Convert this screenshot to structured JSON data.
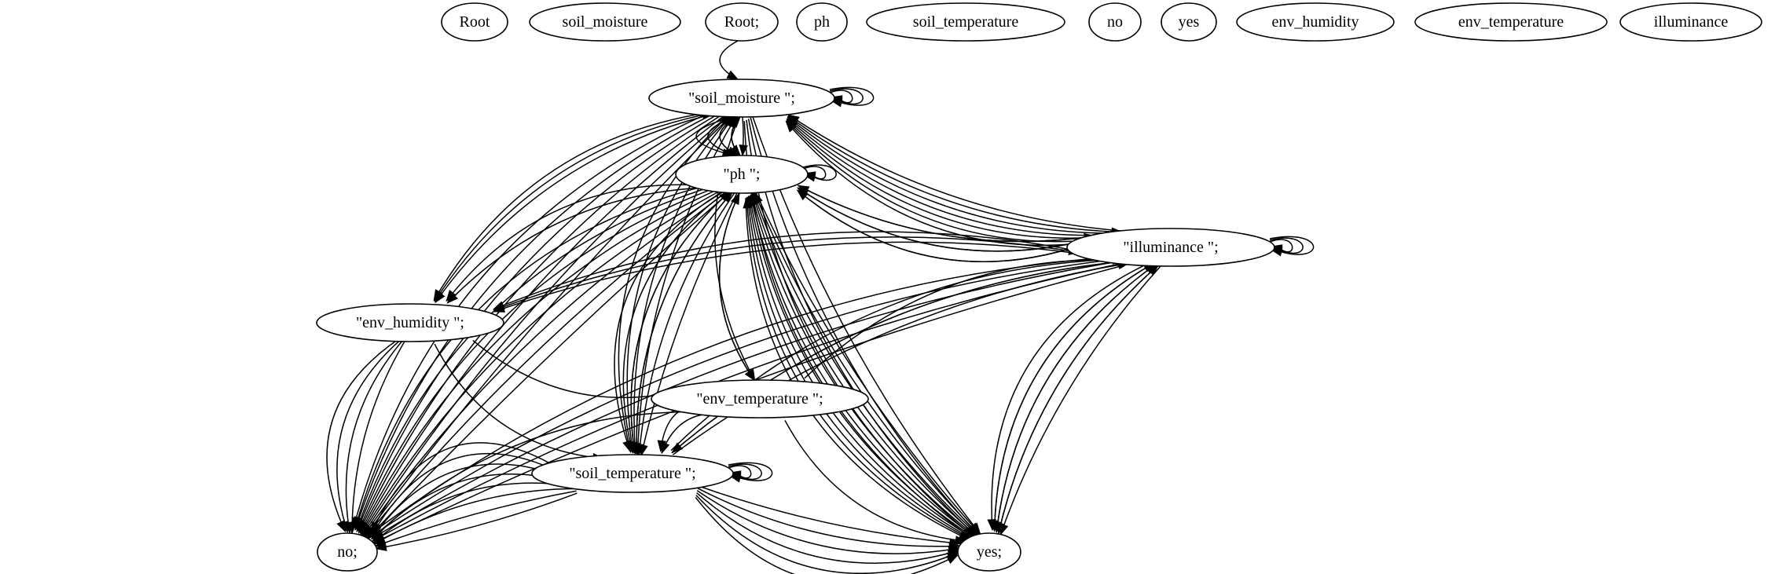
{
  "graph": {
    "nodes": [
      {
        "id": "n_root",
        "label": "Root"
      },
      {
        "id": "n_soil_moisture_plain",
        "label": "soil_moisture"
      },
      {
        "id": "n_root_semi",
        "label": "Root;"
      },
      {
        "id": "n_ph_plain",
        "label": "ph"
      },
      {
        "id": "n_soil_temperature_plain",
        "label": "soil_temperature"
      },
      {
        "id": "n_no_plain",
        "label": "no"
      },
      {
        "id": "n_yes_plain",
        "label": "yes"
      },
      {
        "id": "n_env_humidity_plain",
        "label": "env_humidity"
      },
      {
        "id": "n_env_temperature_plain",
        "label": "env_temperature"
      },
      {
        "id": "n_illuminance_plain",
        "label": "illuminance"
      },
      {
        "id": "sm",
        "label": "\"soil_moisture \";"
      },
      {
        "id": "ph",
        "label": "\"ph \";"
      },
      {
        "id": "il",
        "label": "\"illuminance \";"
      },
      {
        "id": "eh",
        "label": "\"env_humidity \";"
      },
      {
        "id": "et",
        "label": "\"env_temperature \";"
      },
      {
        "id": "st",
        "label": "\"soil_temperature \";"
      },
      {
        "id": "no",
        "label": "no;"
      },
      {
        "id": "ye",
        "label": "yes;"
      }
    ],
    "edges": [
      {
        "from": "n_root_semi",
        "to": "sm",
        "count": 1
      },
      {
        "from": "sm",
        "to": "sm",
        "count": 3
      },
      {
        "from": "sm",
        "to": "ph",
        "count": 5
      },
      {
        "from": "ph",
        "to": "sm",
        "count": 3
      },
      {
        "from": "ph",
        "to": "ph",
        "count": 2
      },
      {
        "from": "sm",
        "to": "il",
        "count": 3
      },
      {
        "from": "il",
        "to": "sm",
        "count": 4
      },
      {
        "from": "sm",
        "to": "eh",
        "count": 2
      },
      {
        "from": "eh",
        "to": "sm",
        "count": 1
      },
      {
        "from": "sm",
        "to": "et",
        "count": 1
      },
      {
        "from": "sm",
        "to": "no",
        "count": 7
      },
      {
        "from": "sm",
        "to": "ye",
        "count": 5
      },
      {
        "from": "st",
        "to": "sm",
        "count": 4
      },
      {
        "from": "ph",
        "to": "il",
        "count": 3
      },
      {
        "from": "il",
        "to": "ph",
        "count": 3
      },
      {
        "from": "ph",
        "to": "eh",
        "count": 2
      },
      {
        "from": "ph",
        "to": "et",
        "count": 1
      },
      {
        "from": "et",
        "to": "ph",
        "count": 1
      },
      {
        "from": "ph",
        "to": "st",
        "count": 6
      },
      {
        "from": "st",
        "to": "ph",
        "count": 2
      },
      {
        "from": "ph",
        "to": "no",
        "count": 8
      },
      {
        "from": "ph",
        "to": "ye",
        "count": 6
      },
      {
        "from": "ye",
        "to": "ph",
        "count": 5
      },
      {
        "from": "il",
        "to": "il",
        "count": 3
      },
      {
        "from": "il",
        "to": "eh",
        "count": 2
      },
      {
        "from": "eh",
        "to": "il",
        "count": 1
      },
      {
        "from": "et",
        "to": "il",
        "count": 1
      },
      {
        "from": "il",
        "to": "st",
        "count": 1
      },
      {
        "from": "st",
        "to": "il",
        "count": 3
      },
      {
        "from": "il",
        "to": "no",
        "count": 5
      },
      {
        "from": "il",
        "to": "ye",
        "count": 5
      },
      {
        "from": "ye",
        "to": "il",
        "count": 3
      },
      {
        "from": "eh",
        "to": "et",
        "count": 1
      },
      {
        "from": "eh",
        "to": "st",
        "count": 1
      },
      {
        "from": "eh",
        "to": "no",
        "count": 4
      },
      {
        "from": "et",
        "to": "st",
        "count": 2
      },
      {
        "from": "et",
        "to": "no",
        "count": 1
      },
      {
        "from": "et",
        "to": "ye",
        "count": 1
      },
      {
        "from": "st",
        "to": "st",
        "count": 3
      },
      {
        "from": "st",
        "to": "no",
        "count": 8
      },
      {
        "from": "st",
        "to": "ye",
        "count": 6
      }
    ]
  }
}
